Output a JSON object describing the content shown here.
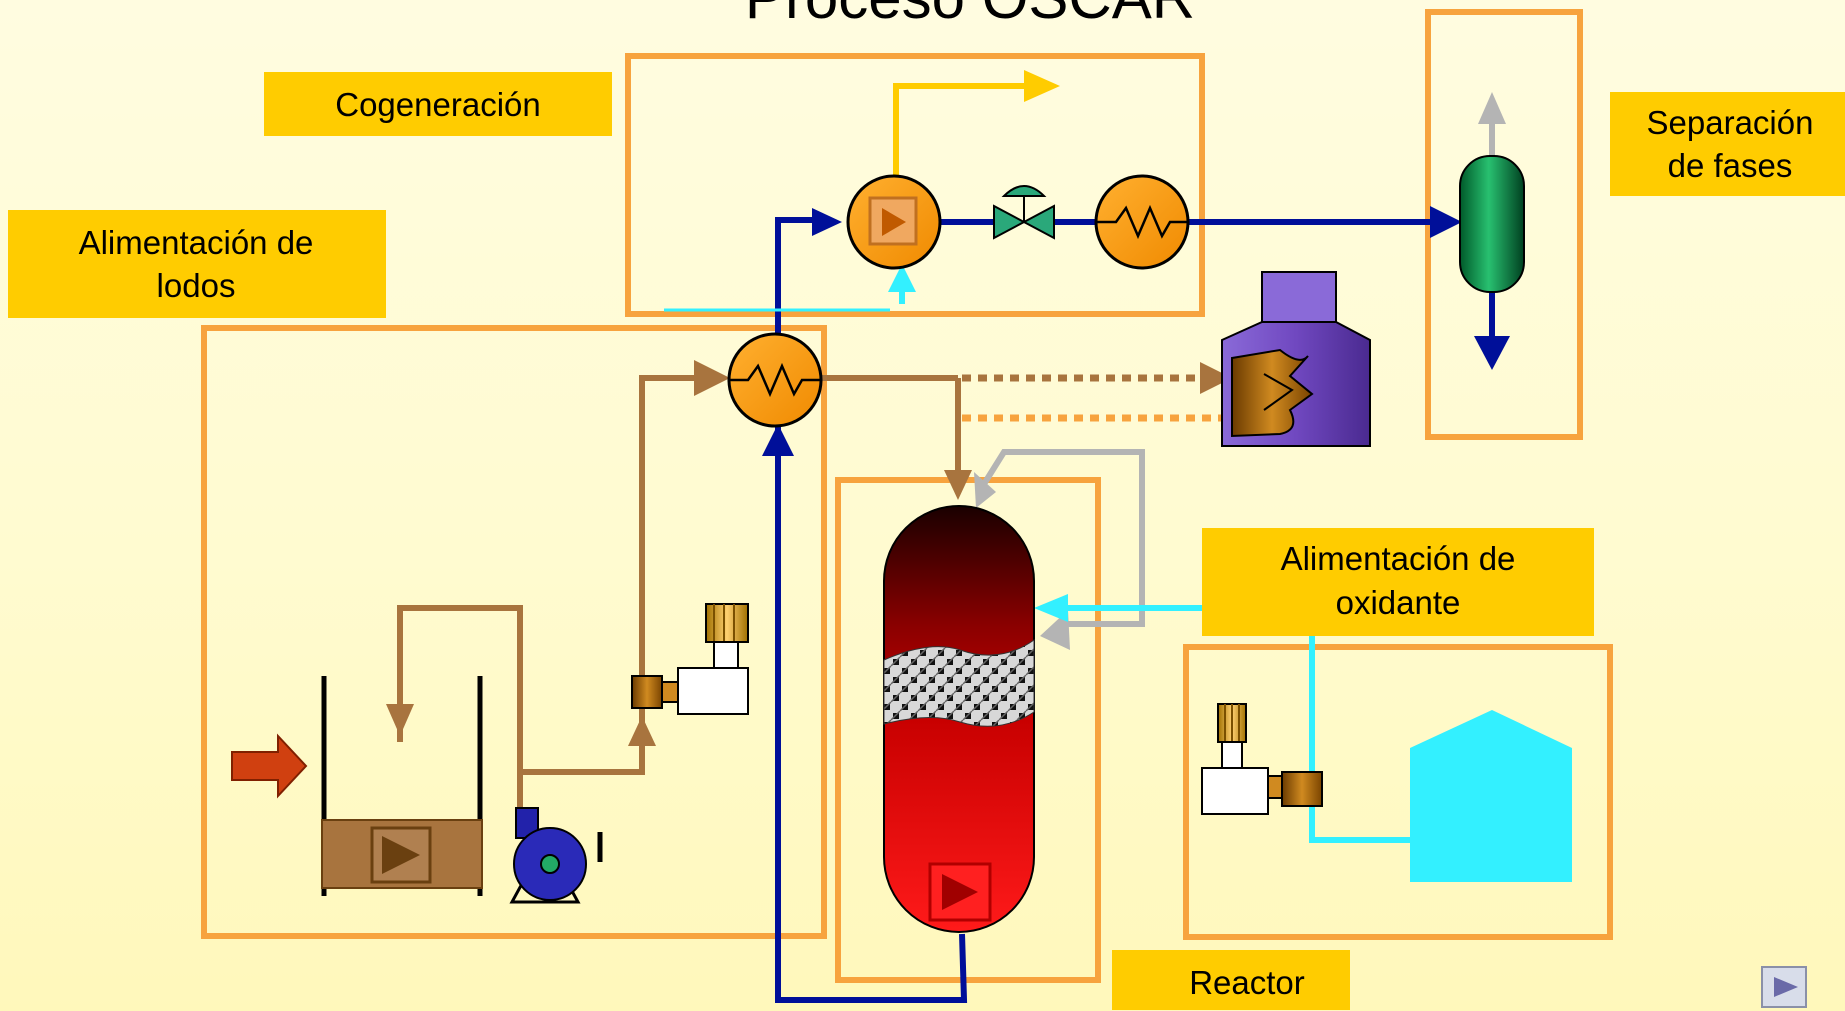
{
  "title": "Proceso OSCAR",
  "labels": {
    "cogeneracion": "Cogeneración",
    "alimentacion_lodos": [
      "Alimentación de",
      "lodos"
    ],
    "separacion_fases": [
      "Separación",
      "de fases"
    ],
    "alimentacion_oxidante": [
      "Alimentación de",
      "oxidante"
    ],
    "reactor": "Reactor"
  },
  "colors": {
    "section_border": "#f7a33e",
    "label_fill": "#ffcc00",
    "sludge_line": "#a8743e",
    "water_line": "#000f99",
    "oxidant_line": "#33f0ff",
    "steam_line": "#ffcc00",
    "gray_line": "#b4b4b4"
  },
  "icons": {
    "next": "play-triangle-icon",
    "heat_exchanger": "zigzag-coil-icon",
    "valve": "control-valve-icon",
    "pump": "centrifugal-pump-icon",
    "compressor": "motor-compressor-icon"
  }
}
